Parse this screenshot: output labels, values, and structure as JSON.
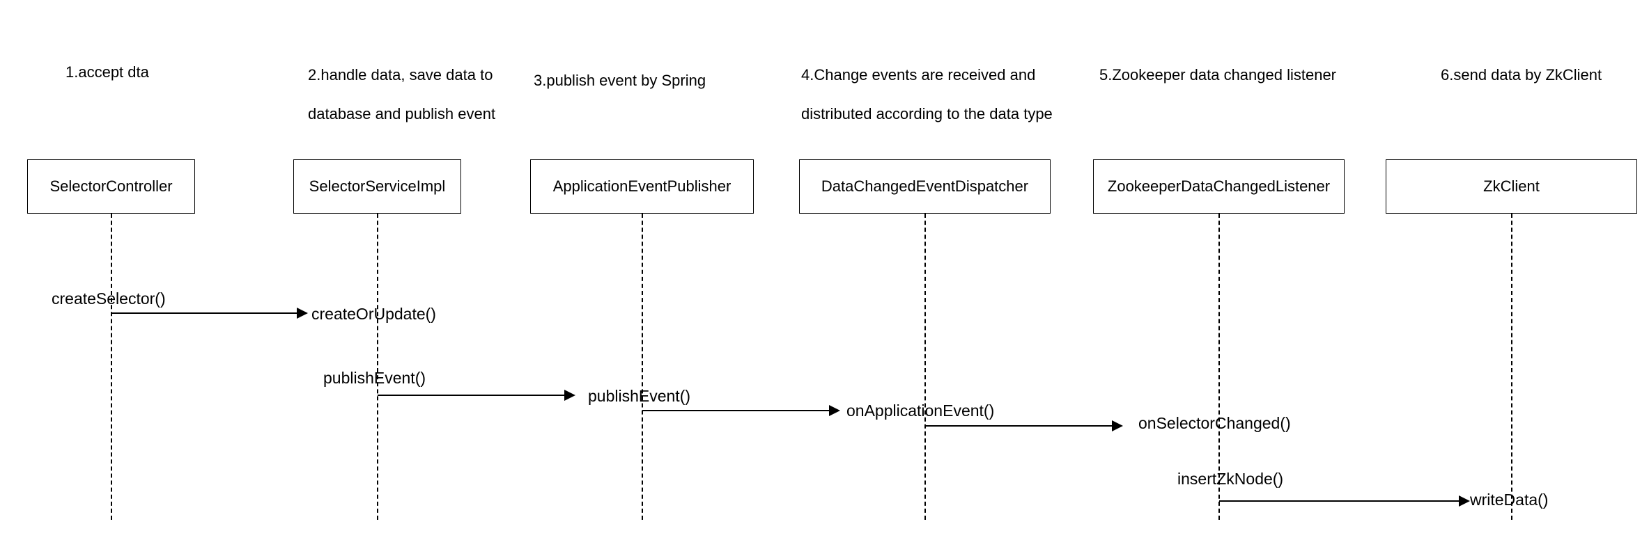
{
  "steps": {
    "s1": [
      "1.accept dta"
    ],
    "s2": [
      "2.handle data, save data to",
      "database and publish event"
    ],
    "s3": [
      "3.publish event by Spring"
    ],
    "s4": [
      "4.Change events are received and",
      "distributed according to the data type"
    ],
    "s5": [
      "5.Zookeeper data changed listener"
    ],
    "s6": [
      "6.send data by ZkClient"
    ]
  },
  "participants": {
    "p1": "SelectorController",
    "p2": "SelectorServiceImpl",
    "p3": "ApplicationEventPublisher",
    "p4": "DataChangedEventDispatcher",
    "p5": "ZookeeperDataChangedListener",
    "p6": "ZkClient"
  },
  "messages": {
    "m1_call": "createSelector()",
    "m1_recv": "createOrUpdate()",
    "m2_call": "publishEvent()",
    "m2_recv": "publishEvent()",
    "m3_recv": "onApplicationEvent()",
    "m4_recv": "onSelectorChanged()",
    "m5_call": "insertZkNode()",
    "m5_recv": "writeData()"
  }
}
